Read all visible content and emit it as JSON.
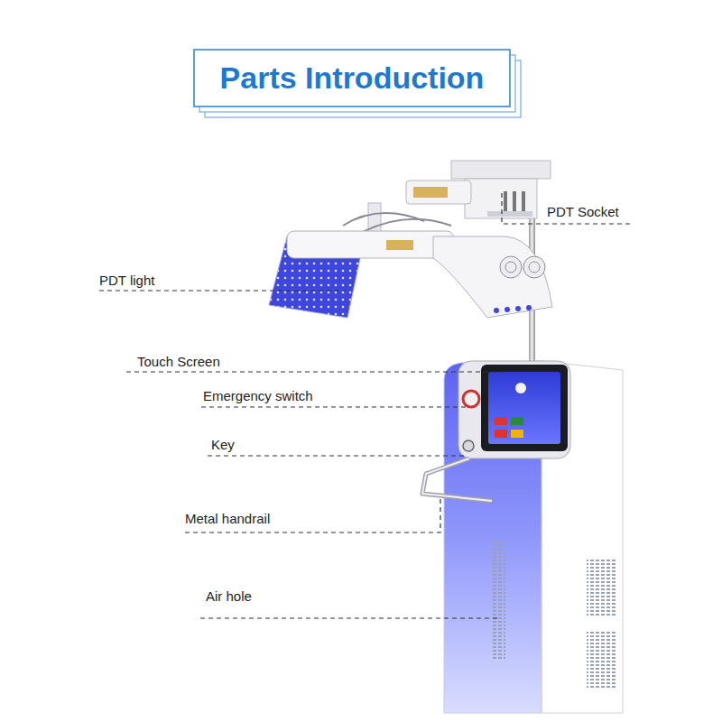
{
  "diagram": {
    "title": "Parts Introduction",
    "labels": [
      "PDT Socket",
      "PDT light",
      "Touch Screen",
      "Emergency switch",
      "Key",
      "Metal handrail",
      "Air hole"
    ]
  }
}
